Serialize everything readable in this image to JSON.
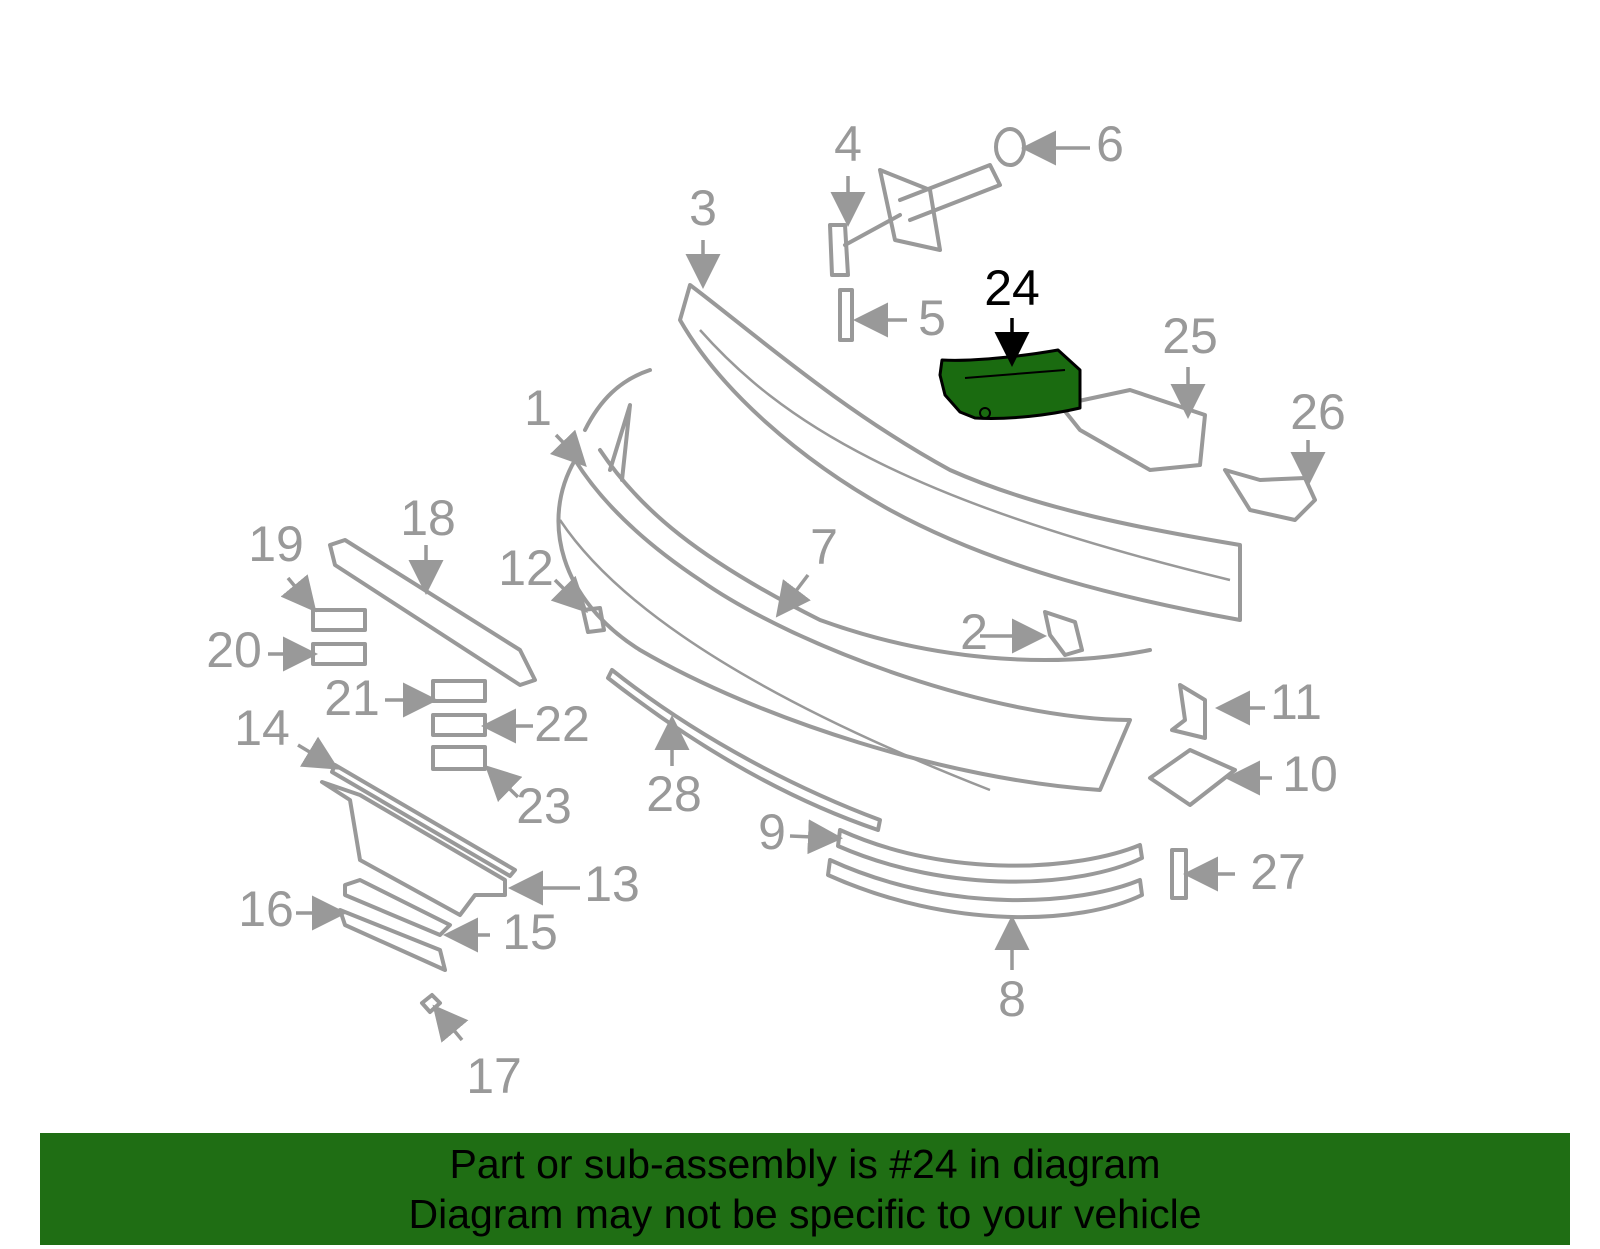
{
  "diagram": {
    "highlighted_part": "24",
    "highlight_color": "#1a6b10",
    "callouts": [
      "1",
      "2",
      "3",
      "4",
      "5",
      "6",
      "7",
      "8",
      "9",
      "10",
      "11",
      "12",
      "13",
      "14",
      "15",
      "16",
      "17",
      "18",
      "19",
      "20",
      "21",
      "22",
      "23",
      "24",
      "25",
      "26",
      "27",
      "28"
    ]
  },
  "banner": {
    "line1": "Part or sub-assembly is #24 in diagram",
    "line2": "Diagram may not be specific to your vehicle",
    "color": "#1f6e14"
  }
}
